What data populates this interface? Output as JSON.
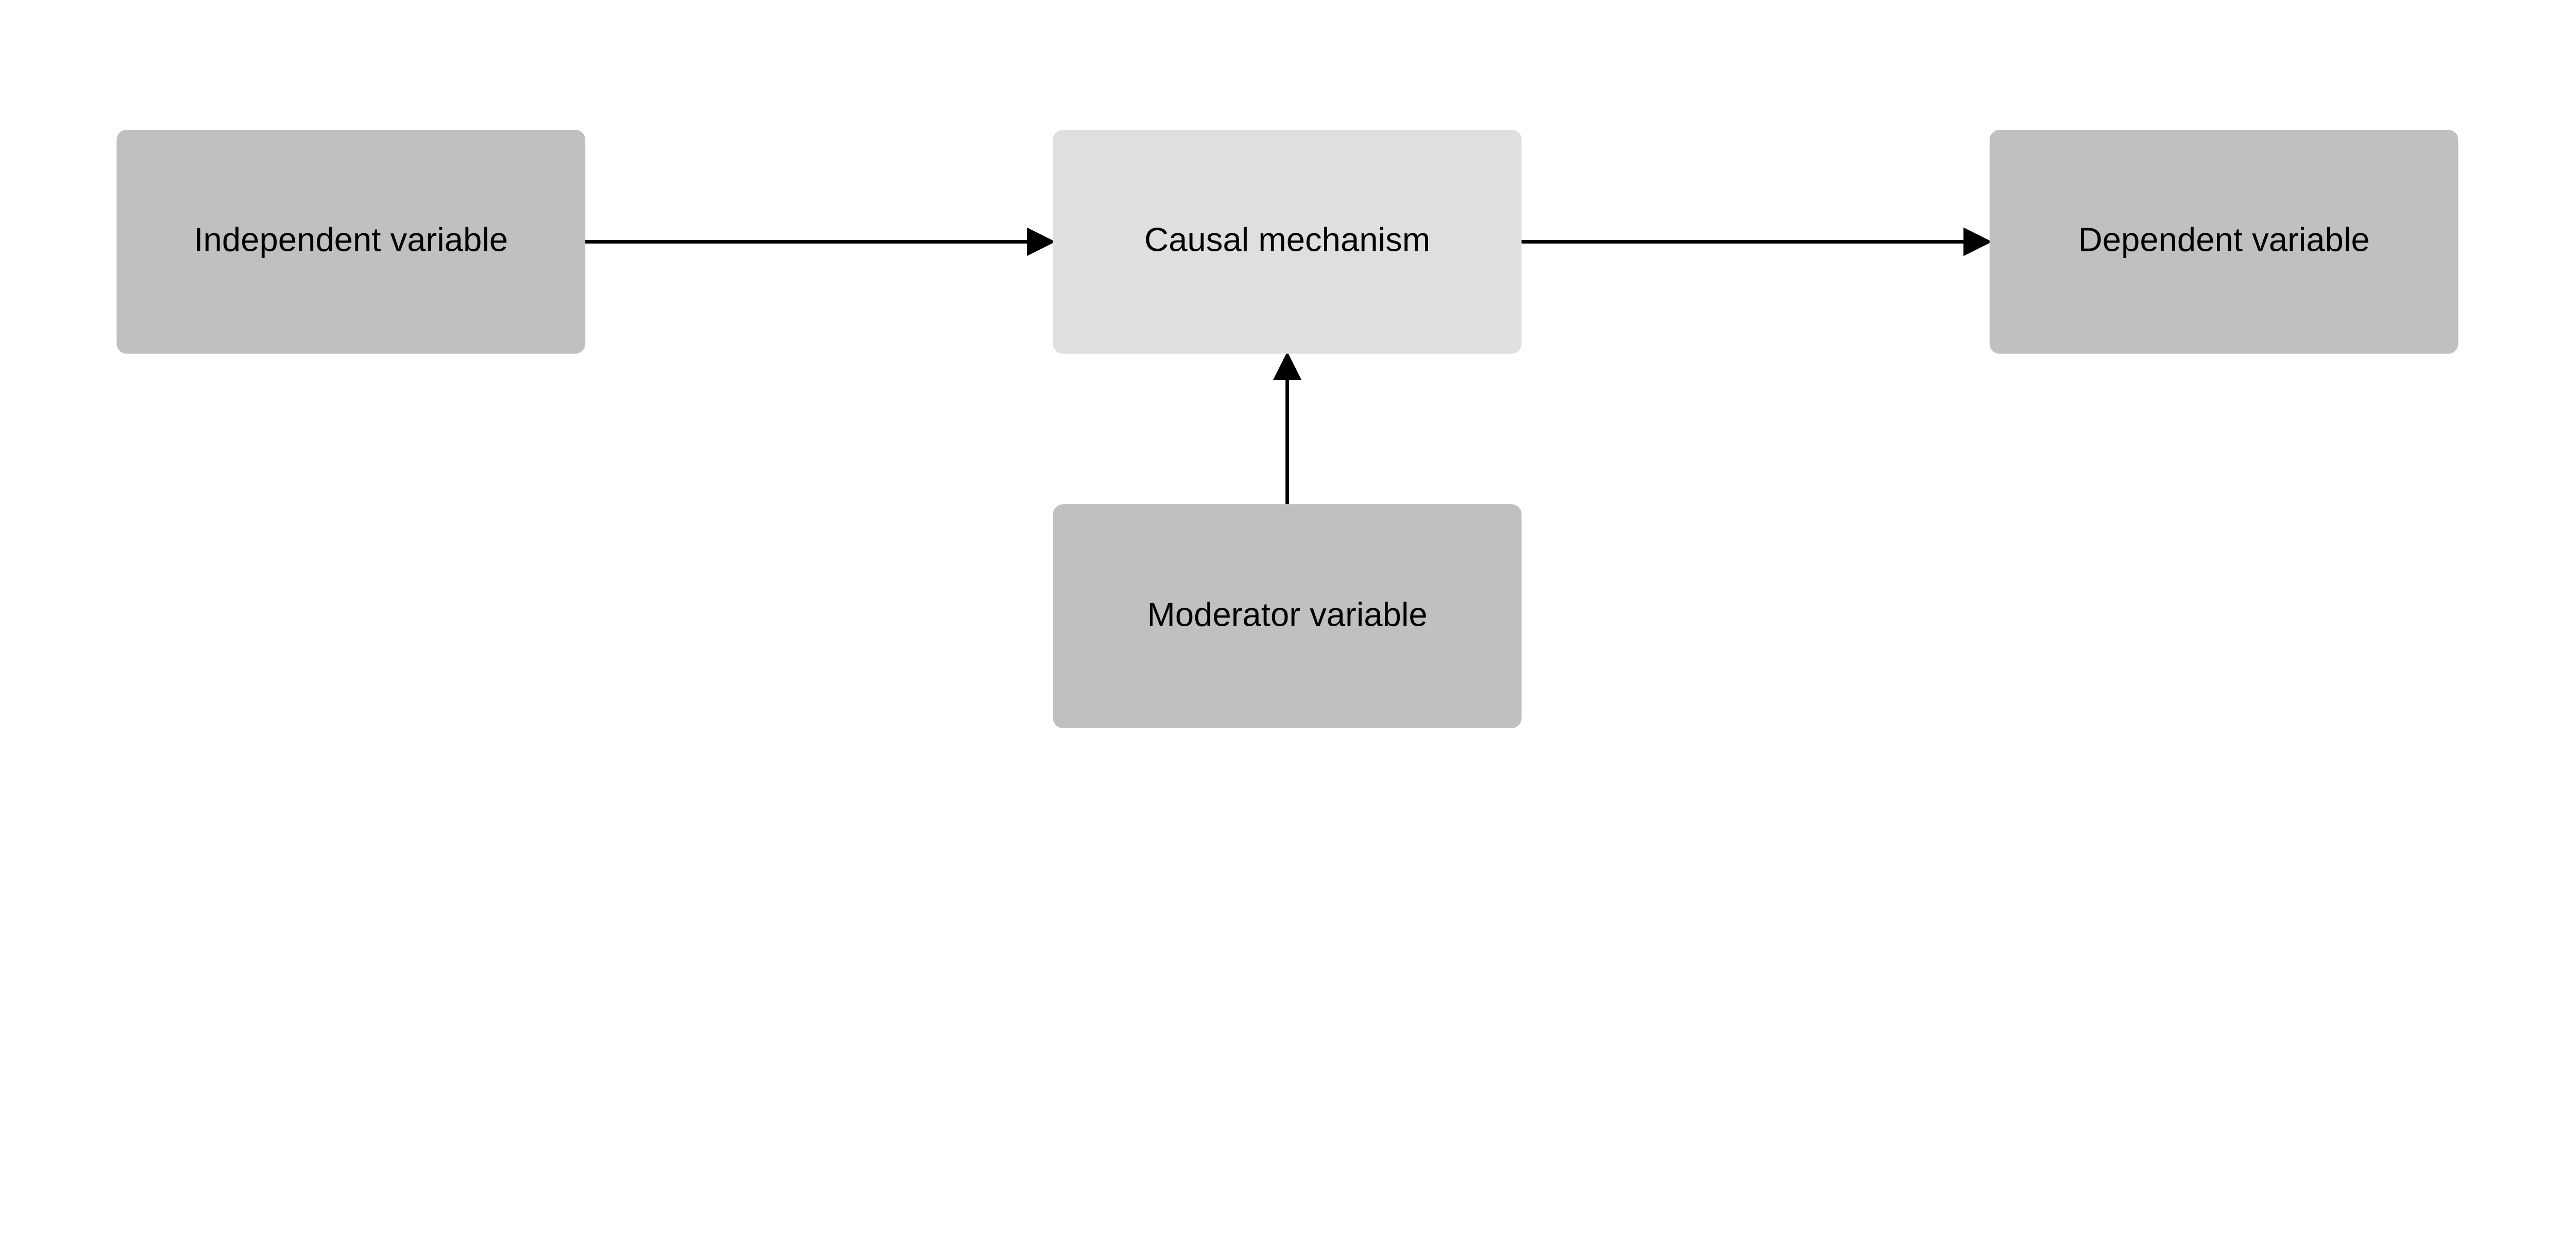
{
  "diagram": {
    "nodes": [
      {
        "id": "independent",
        "label": "Independent variable",
        "fill": "#c0c0c0"
      },
      {
        "id": "mechanism",
        "label": "Causal mechanism",
        "fill": "#dfdfdf"
      },
      {
        "id": "dependent",
        "label": "Dependent variable",
        "fill": "#c0c0c0"
      },
      {
        "id": "moderator",
        "label": "Moderator variable",
        "fill": "#c0c0c0"
      }
    ],
    "edges": [
      {
        "from": "independent",
        "to": "mechanism"
      },
      {
        "from": "mechanism",
        "to": "dependent"
      },
      {
        "from": "moderator",
        "to": "mechanism"
      }
    ],
    "edge_color": "#000000"
  }
}
